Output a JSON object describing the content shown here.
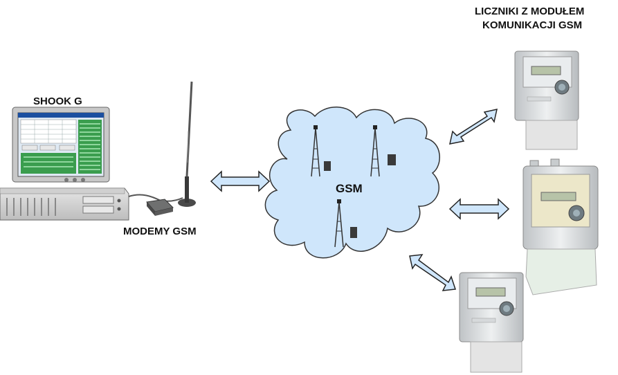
{
  "labels": {
    "computer": "SHOOK G",
    "modems": "MODEMY GSM",
    "network": "GSM",
    "meters_line1": "LICZNIKI Z MODUŁEM",
    "meters_line2": "KOMUNIKACJI GSM"
  },
  "colors": {
    "cloud_fill": "#cfe6fb",
    "cloud_stroke": "#333333",
    "arrow_fill": "#cfe6fb",
    "arrow_stroke": "#222222",
    "screen_green": "#3a9d4e",
    "case_gray": "#d6d6d6"
  },
  "icons": [
    "computer-icon",
    "modem-icon",
    "antenna-icon",
    "cell-tower-icon",
    "meter-icon"
  ]
}
